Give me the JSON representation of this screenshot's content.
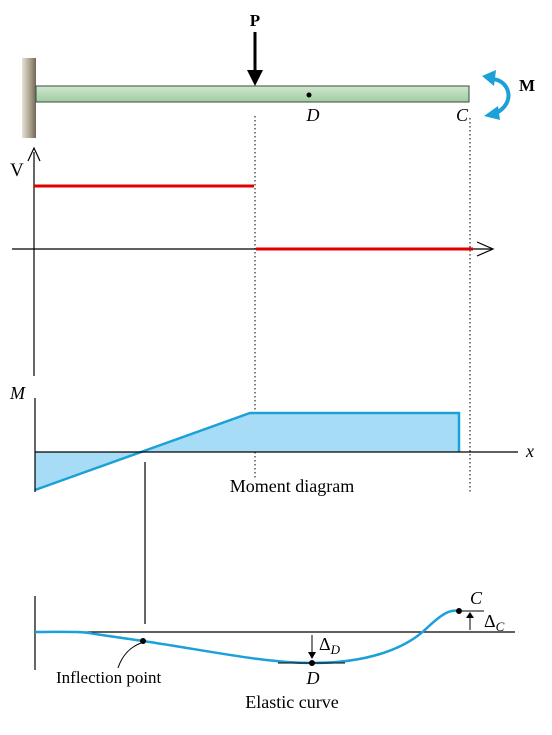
{
  "beam": {
    "load_label": "P",
    "moment_label": "M",
    "point_d_label": "D",
    "point_c_label": "C"
  },
  "shear_diagram": {
    "axis_label": "V"
  },
  "moment_diagram": {
    "axis_label": "M",
    "x_axis_label": "x",
    "caption": "Moment diagram"
  },
  "elastic_curve": {
    "point_c_label": "C",
    "point_d_label": "D",
    "delta_c_main": "Δ",
    "delta_c_sub": "C",
    "delta_d_main": "Δ",
    "delta_d_sub": "D",
    "inflection_label": "Inflection point",
    "caption": "Elastic curve"
  },
  "colors": {
    "beam_fill": "#b8dcb8",
    "shear_line": "#e00000",
    "moment_fill": "#a6dcf5",
    "curve": "#1ba0d8"
  }
}
